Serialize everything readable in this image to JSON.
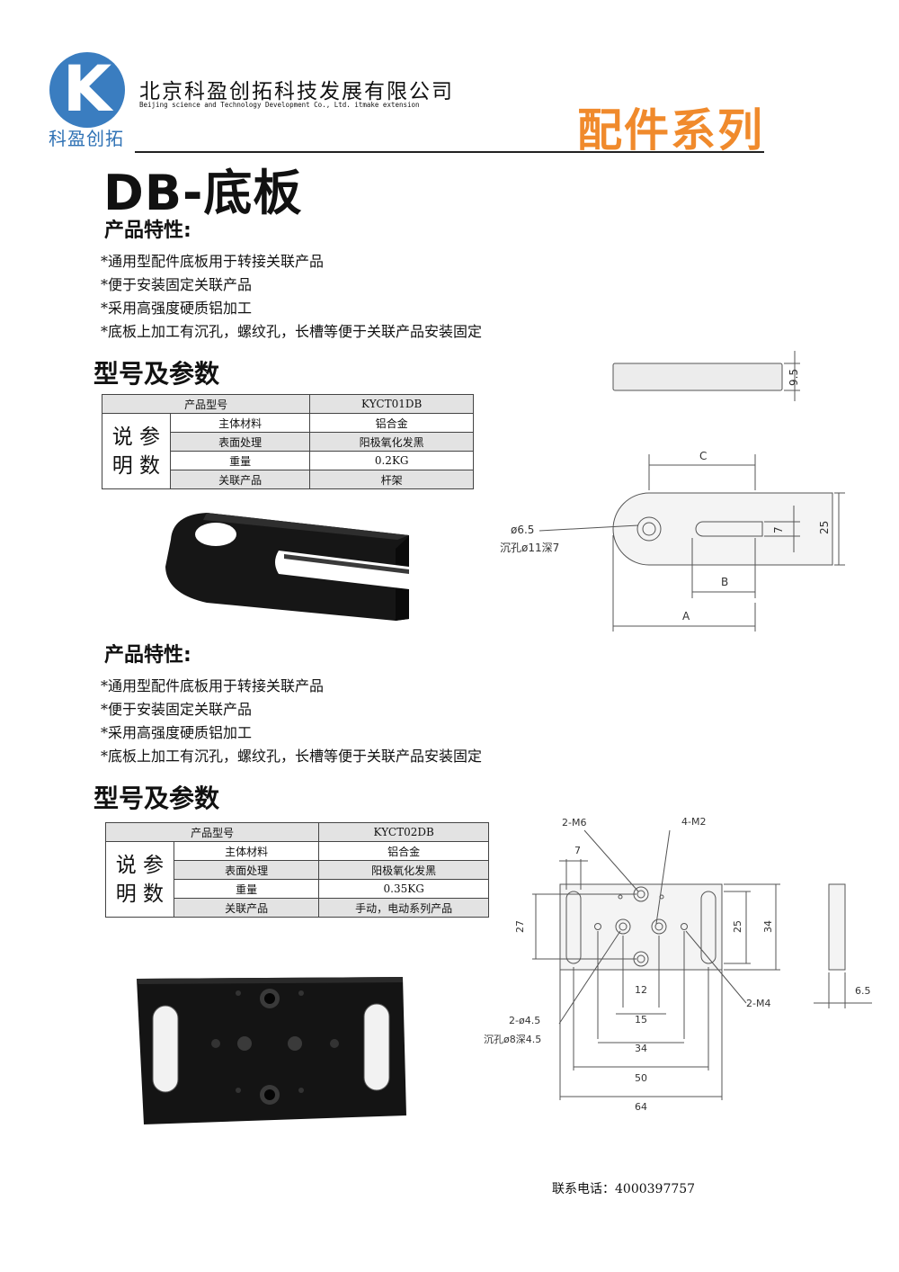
{
  "header": {
    "logo_letter": "K",
    "logo_text": "科盈创拓",
    "company_cn": "北京科盈创拓科技发展有限公司",
    "company_en": "Beijing science and Technology Development Co., Ltd. itmake extension",
    "series_title": "配件系列"
  },
  "page_title": "DB-底板",
  "products": [
    {
      "features_heading": "产品特性:",
      "features": [
        "*通用型配件底板用于转接关联产品",
        "*便于安装固定关联产品",
        "*采用高强度硬质铝加工",
        "*底板上加工有沉孔，螺纹孔，长槽等便于关联产品安装固定"
      ],
      "spec_heading": "型号及参数",
      "spec_table": {
        "model_label": "产品型号",
        "model_value": "KYCT01DB",
        "group_label_line1": "说 参",
        "group_label_line2": "明 数",
        "rows": [
          {
            "label": "主体材料",
            "value": "铝合金"
          },
          {
            "label": "表面处理",
            "value": "阳极氧化发黑"
          },
          {
            "label": "重量",
            "value": "0.2KG"
          },
          {
            "label": "关联产品",
            "value": "杆架"
          }
        ]
      },
      "drawing": {
        "dim_thickness": "9.5",
        "dim_c": "C",
        "dim_slot": "7",
        "dim_width": "25",
        "dim_hole": "ø6.5",
        "dim_counterbore": "沉孔ø11深7",
        "dim_b": "B",
        "dim_a": "A"
      }
    },
    {
      "features_heading": "产品特性:",
      "features": [
        "*通用型配件底板用于转接关联产品",
        "*便于安装固定关联产品",
        "*采用高强度硬质铝加工",
        "*底板上加工有沉孔，螺纹孔，长槽等便于关联产品安装固定"
      ],
      "spec_heading": "型号及参数",
      "spec_table": {
        "model_label": "产品型号",
        "model_value": "KYCT02DB",
        "group_label_line1": "说 参",
        "group_label_line2": "明 数",
        "rows": [
          {
            "label": "主体材料",
            "value": "铝合金"
          },
          {
            "label": "表面处理",
            "value": "阳极氧化发黑"
          },
          {
            "label": "重量",
            "value": "0.35KG"
          },
          {
            "label": "关联产品",
            "value": "手动，电动系列产品"
          }
        ]
      },
      "drawing": {
        "dim_2m6": "2-M6",
        "dim_4m2": "4-M2",
        "dim_7": "7",
        "dim_27": "27",
        "dim_25": "25",
        "dim_34v": "34",
        "dim_12": "12",
        "dim_15": "15",
        "dim_34h": "34",
        "dim_50": "50",
        "dim_64": "64",
        "dim_2m4": "2-M4",
        "dim_hole": "2-ø4.5",
        "dim_counterbore": "沉孔ø8深4.5",
        "dim_thickness": "6.5"
      }
    }
  ],
  "footer": {
    "contact": "联系电话：4000397757"
  }
}
